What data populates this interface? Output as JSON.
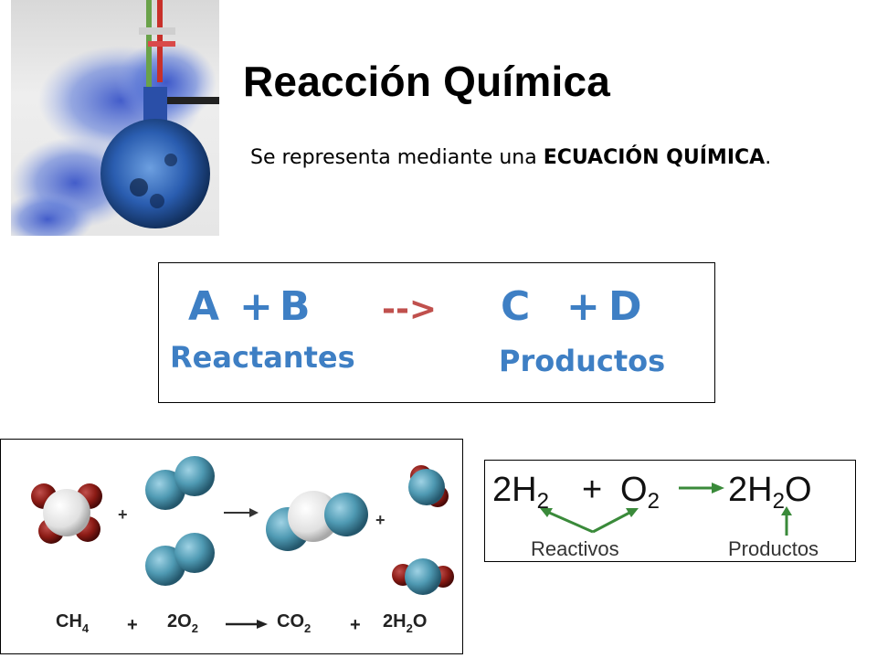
{
  "slide": {
    "title": "Reacción Química",
    "subtitle_prefix": "Se representa mediante una ",
    "subtitle_bold": "ECUACIÓN QUÍMICA",
    "subtitle_suffix": "."
  },
  "generic_equation": {
    "a": "A",
    "plus1": "+",
    "b": "B",
    "arrow": "-->",
    "c": "C",
    "plus2": "+",
    "d": "D",
    "reactants_label": "Reactantes",
    "products_label": "Productos",
    "text_color": "#3e7fc4",
    "arrow_color": "#c0504d"
  },
  "molecule_equation": {
    "plus_sign": "+",
    "ch4_main": "CH",
    "ch4_sub": "4",
    "o2_coeff": "2O",
    "o2_sub": "2",
    "co2_main": "CO",
    "co2_sub": "2",
    "h2o_coeff": "2H",
    "h2o_sub": "2",
    "h2o_tail": "O",
    "colors": {
      "carbon": "#e6e6e6",
      "hydrogen_red": "#8a1a14",
      "oxygen_teal": "#4f9ab3"
    }
  },
  "water_equation": {
    "h2_coeff": "2H",
    "h2_sub": "2",
    "plus": "+",
    "o2_main": "O",
    "o2_sub": "2",
    "h2o_coeff": "2H",
    "h2o_sub": "2",
    "h2o_tail": "O",
    "reactives_label": "Reactivos",
    "products_label": "Productos",
    "arrow_color": "#3a8a3a"
  }
}
